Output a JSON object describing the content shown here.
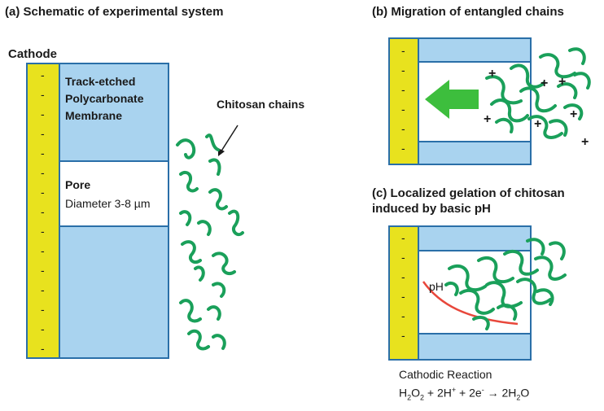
{
  "panel_a": {
    "title": "(a) Schematic of experimental system",
    "cathode_label": "Cathode",
    "membrane_label_lines": [
      "Track-etched",
      "Polycarbonate",
      "Membrane"
    ],
    "pore_label": "Pore",
    "pore_diameter": "Diameter 3-8 µm",
    "chains_label": "Chitosan chains",
    "minus_sign": "-"
  },
  "panel_b": {
    "title": "(b) Migration of entangled chains",
    "plus_sign": "+"
  },
  "panel_c": {
    "title_lines": [
      "(c) Localized gelation of chitosan",
      "induced by basic pH"
    ],
    "ph_label": "pH",
    "reaction_title": "Cathodic Reaction",
    "equation": {
      "h2o2": "H",
      "sub2a": "2",
      "o": "O",
      "sub2b": "2",
      "plus1": " + 2H",
      "sup_plus": "+",
      "plus2": " + 2e",
      "sup_minus": "-",
      "arrow": " → 2H",
      "sub2c": "2",
      "tail": "O"
    }
  },
  "colors": {
    "cathode": "#e8e21e",
    "membrane": "#a9d3ef",
    "outline": "#2a6fa8",
    "chain": "#1aa05a",
    "arrow": "#3dbe3d",
    "ph_curve": "#e8473b"
  }
}
